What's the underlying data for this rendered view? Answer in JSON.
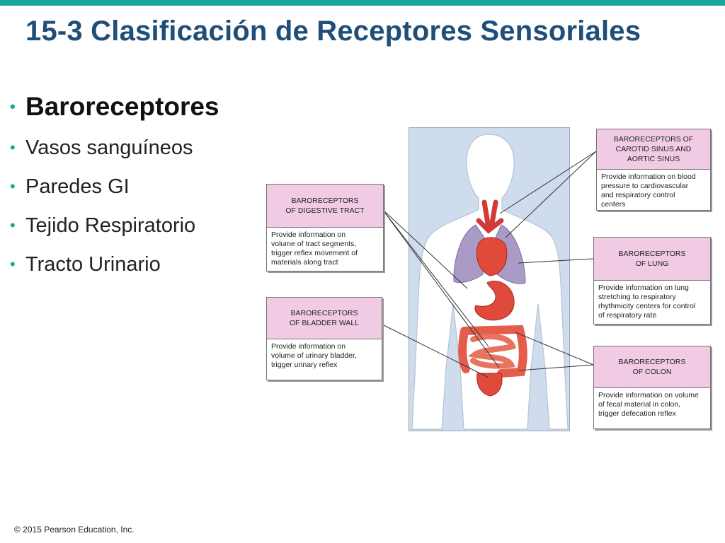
{
  "slide": {
    "title": "15-3 Clasificación de Receptores Sensoriales",
    "bullets": [
      "Baroreceptores",
      "Vasos sanguíneos",
      "Paredes GI",
      "Tejido Respiratorio",
      "Tracto Urinario"
    ],
    "copyright": "© 2015 Pearson Education, Inc.",
    "accent_color": "#1aa59a",
    "title_color": "#1f4e79"
  },
  "figure": {
    "labels": {
      "digestive": {
        "head": "BARORECEPTORS\nOF DIGESTIVE TRACT",
        "body": "Provide information on\nvolume of tract segments,\ntrigger reflex movement of\nmaterials along tract"
      },
      "bladder": {
        "head": "BARORECEPTORS\nOF BLADDER WALL",
        "body": "Provide information on\nvolume of urinary bladder,\ntrigger urinary reflex"
      },
      "carotid": {
        "head": "BARORECEPTORS OF\nCAROTID SINUS AND\nAORTIC SINUS",
        "body": "Provide information on blood\npressure to cardiovascular\nand respiratory control\ncenters"
      },
      "lung": {
        "head": "BARORECEPTORS\nOF LUNG",
        "body": "Provide information on lung\nstretching to respiratory\nrhythmicity centers for control\nof respiratory rate"
      },
      "colon": {
        "head": "BARORECEPTORS\nOF COLON",
        "body": "Provide information on volume\nof fecal material in colon,\ntrigger defecation reflex"
      }
    },
    "colors": {
      "panel_bg": "#cfdcee",
      "label_head_bg": "#f0cbe3",
      "organ_red": "#e04a3a",
      "lung_purple": "#a99bc6"
    }
  }
}
